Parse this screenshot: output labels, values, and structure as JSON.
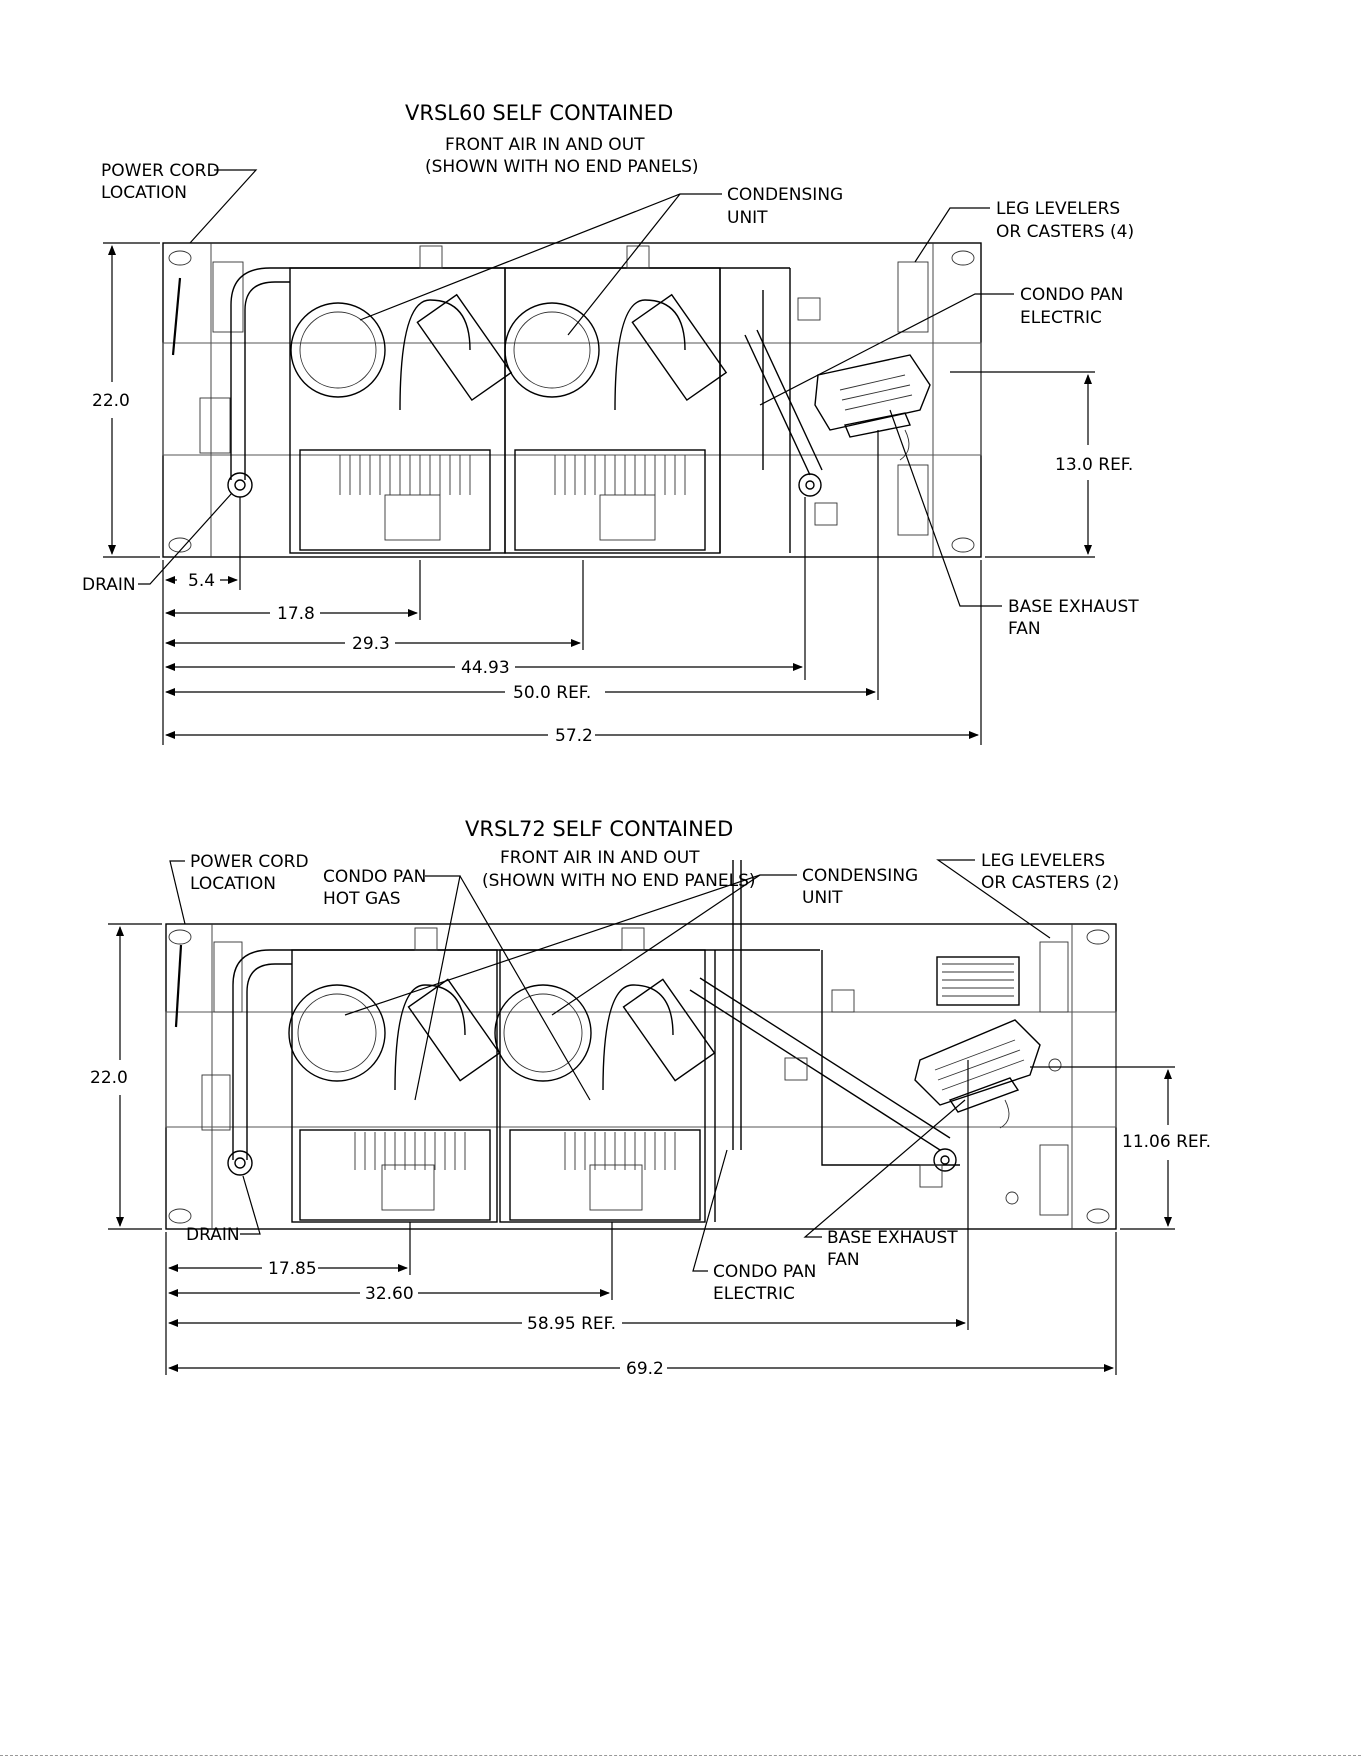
{
  "diagrams": [
    {
      "title": "VRSL60 SELF CONTAINED",
      "subtitle_1": "FRONT AIR IN AND OUT",
      "subtitle_2": "(SHOWN WITH NO END PANELS)",
      "labels": {
        "power_cord": [
          "POWER CORD",
          "LOCATION"
        ],
        "condensing_unit": [
          "CONDENSING",
          "UNIT"
        ],
        "leg_levelers": [
          "LEG LEVELERS",
          "OR CASTERS (4)"
        ],
        "condo_pan_electric": [
          "CONDO PAN",
          "ELECTRIC"
        ],
        "base_exhaust_fan": [
          "BASE EXHAUST",
          "FAN"
        ],
        "drain": "DRAIN"
      },
      "dimensions": {
        "height": "22.0",
        "ref_height": "13.0  REF.",
        "d1": "5.4",
        "d2": "17.8",
        "d3": "29.3",
        "d4": "44.93",
        "d5": "50.0  REF.",
        "overall": "57.2"
      }
    },
    {
      "title": "VRSL72 SELF CONTAINED",
      "subtitle_1": "FRONT AIR IN AND OUT",
      "subtitle_2": "(SHOWN WITH NO END PANELS)",
      "labels": {
        "power_cord": [
          "POWER CORD",
          "LOCATION"
        ],
        "condo_pan_hot_gas": [
          "CONDO PAN",
          "HOT GAS"
        ],
        "condensing_unit": [
          "CONDENSING",
          "UNIT"
        ],
        "leg_levelers": [
          "LEG LEVELERS",
          "OR CASTERS (2)"
        ],
        "base_exhaust_fan": [
          "BASE EXHAUST",
          "FAN"
        ],
        "condo_pan_electric": [
          "CONDO PAN",
          "ELECTRIC"
        ],
        "drain": "DRAIN"
      },
      "dimensions": {
        "height": "22.0",
        "ref_height": "11.06  REF.",
        "d1": "17.85",
        "d2": "32.60",
        "d3": "58.95  REF.",
        "overall": "69.2"
      }
    }
  ]
}
